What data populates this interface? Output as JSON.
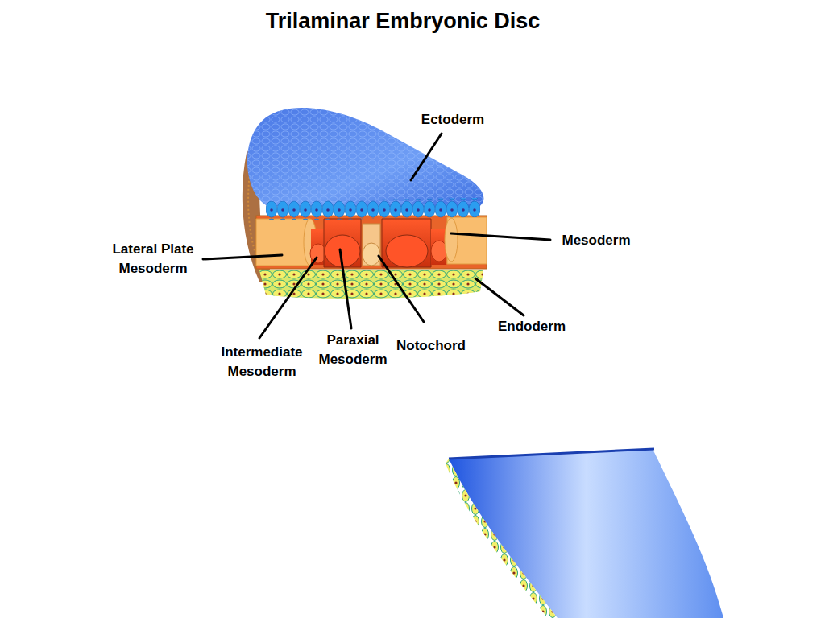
{
  "diagram": {
    "title": "Trilaminar Embryonic Disc",
    "labels": [
      "Ectoderm",
      "Mesoderm",
      "Lateral Plate Mesoderm",
      "Intermediate Mesoderm",
      "Paraxial Mesoderm",
      "Notochord",
      "Endoderm"
    ]
  }
}
